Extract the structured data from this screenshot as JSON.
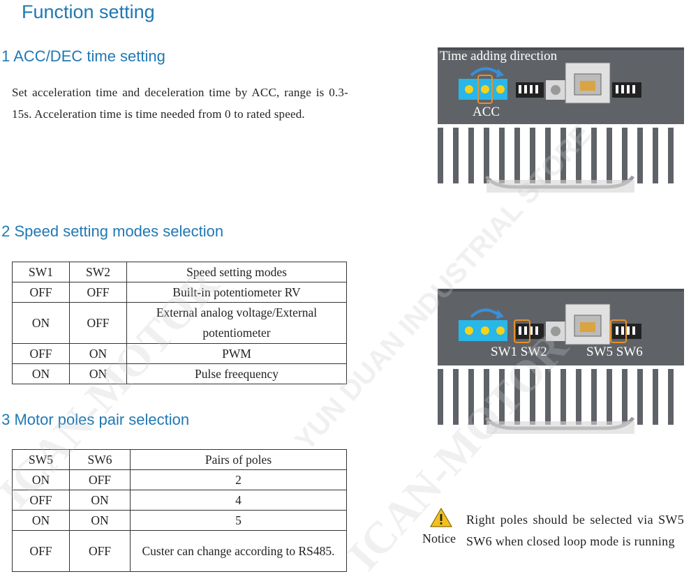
{
  "page_title": "Function setting",
  "sections": {
    "acc_dec": {
      "title": ".1  ACC/DEC time setting",
      "text": "Set acceleration time and deceleration time by ACC, range is 0.3-15s. Acceleration time is time needed from 0 to rated speed."
    },
    "speed_modes": {
      "title": ".2  Speed setting modes selection",
      "headers": [
        "SW1",
        "SW2",
        "Speed setting modes"
      ],
      "rows": [
        [
          "OFF",
          "OFF",
          "Built-in potentiometer RV"
        ],
        [
          "ON",
          "OFF",
          "External analog voltage/External potentiometer"
        ],
        [
          "OFF",
          "ON",
          "PWM"
        ],
        [
          "ON",
          "ON",
          "Pulse freequency"
        ]
      ]
    },
    "motor_poles": {
      "title": ".3  Motor poles pair selection",
      "headers": [
        "SW5",
        "SW6",
        "Pairs of poles"
      ],
      "rows": [
        [
          "ON",
          "OFF",
          "2"
        ],
        [
          "OFF",
          "ON",
          "4"
        ],
        [
          "ON",
          "ON",
          "5"
        ],
        [
          "OFF",
          "OFF",
          "Custer can change according to RS485."
        ]
      ]
    }
  },
  "figures": {
    "top": {
      "direction_label": "Time adding direction",
      "acc_label": "ACC"
    },
    "bottom": {
      "sw12_label": "SW1 SW2",
      "sw56_label": "SW5 SW6"
    }
  },
  "notice": {
    "word": "Notice",
    "text": "Right poles should be selected via SW5 SW6 when closed loop mode is running"
  },
  "watermark": {
    "line1": "ICAN-MOTOR",
    "line2": "YUN DUAN INDUSTRIAL STORE"
  },
  "colors": {
    "heading_blue": "#1f78b4",
    "device_gray": "#5f6368",
    "terminal_blue": "#29b6e8",
    "dip_orange": "#e8902a"
  }
}
